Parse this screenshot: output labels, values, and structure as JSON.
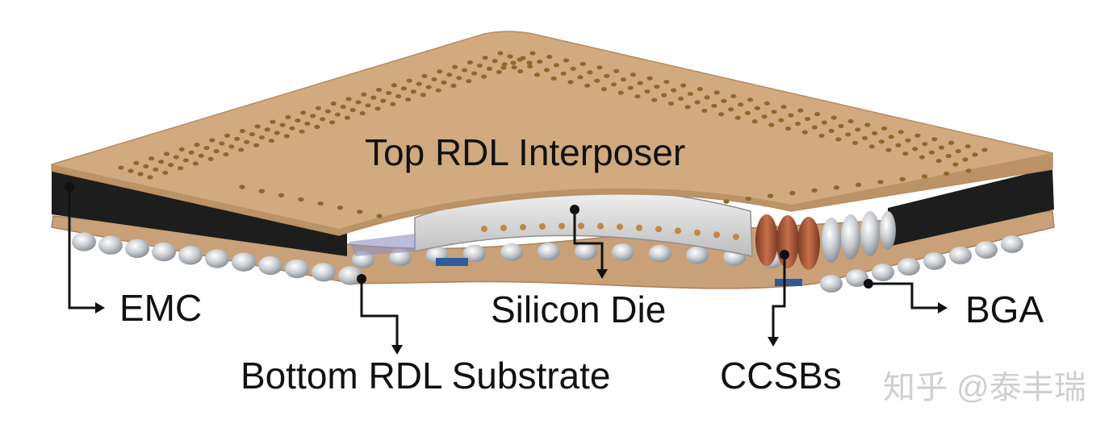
{
  "labels": {
    "top_rdl": "Top RDL Interposer",
    "emc": "EMC",
    "silicon_die": "Silicon Die",
    "bottom_rdl": "Bottom RDL Substrate",
    "ccsbs": "CCSBs",
    "bga": "BGA"
  },
  "watermark": "知乎 @泰丰瑞",
  "colors": {
    "interposer": "#d1a97f",
    "interposer_edge": "#b08759",
    "emc": "#1c1c1c",
    "die": "#dcdcdc",
    "solder": "#c8ccd0",
    "ccsb": "#a8553a",
    "pad": "#8a6a2e",
    "leader": "#111111"
  }
}
